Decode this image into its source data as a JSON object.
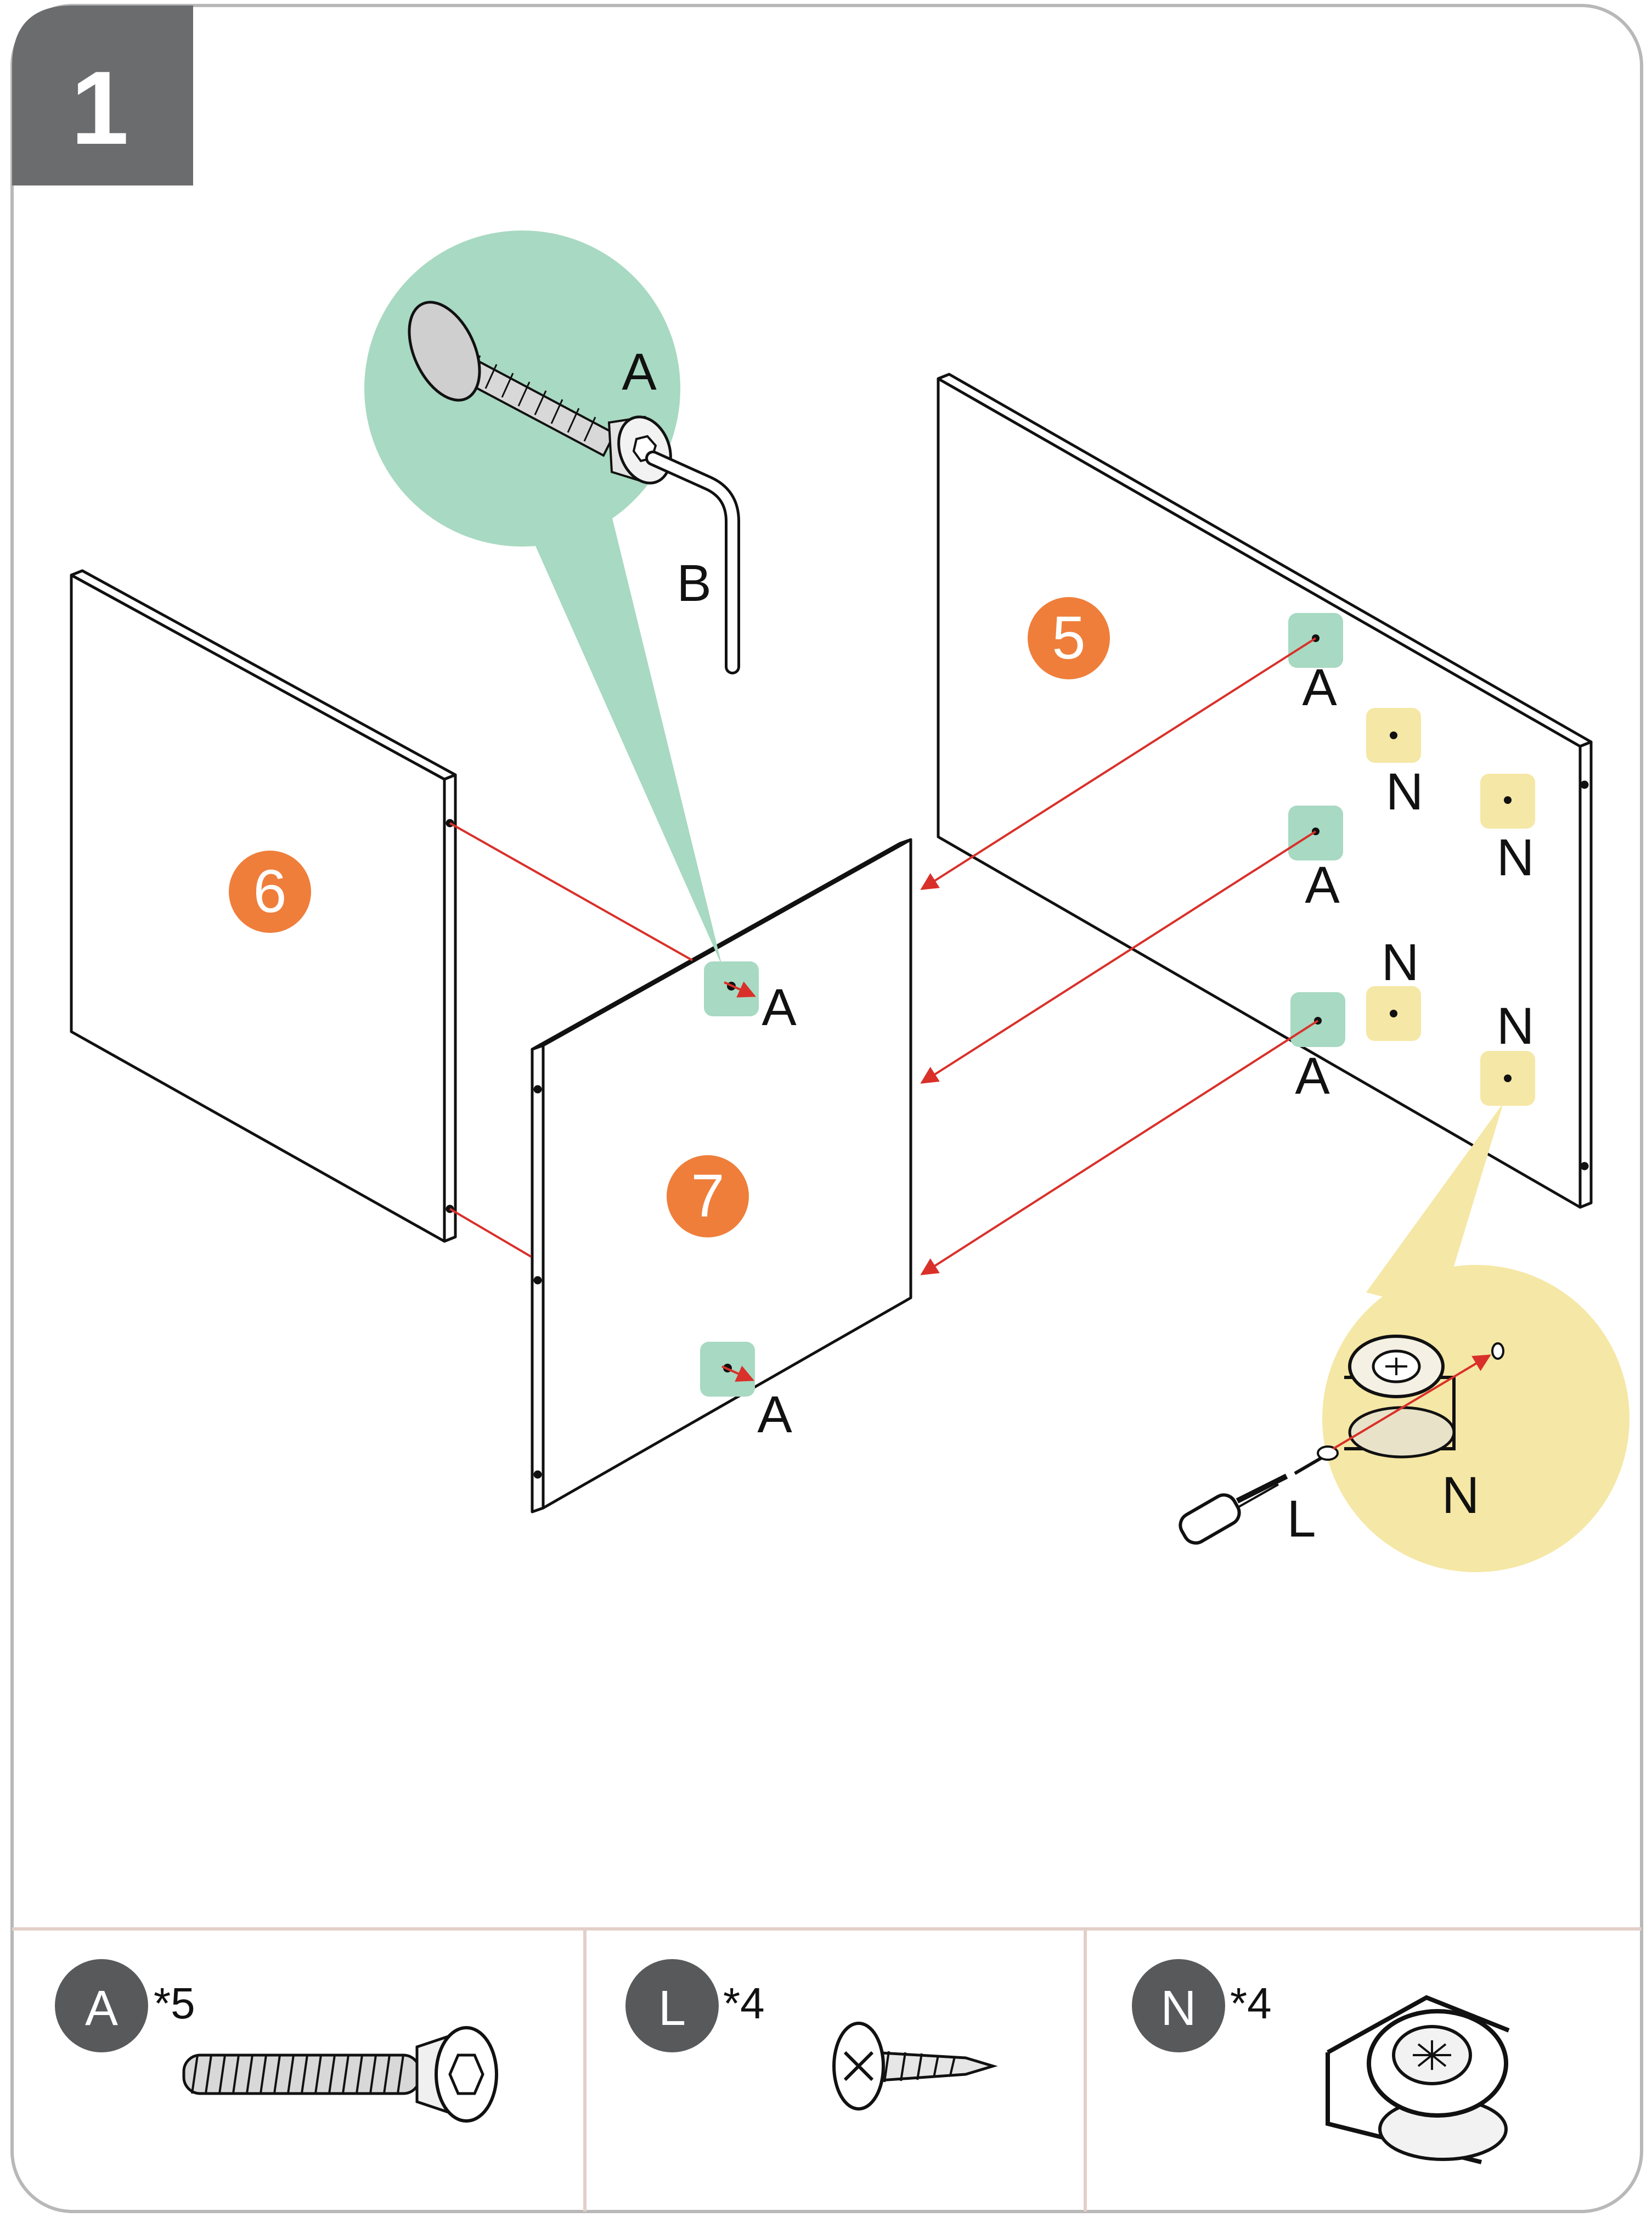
{
  "step": {
    "number": "1"
  },
  "panels": {
    "p5": "5",
    "p6": "6",
    "p7": "7"
  },
  "callouts": {
    "A": "A",
    "B": "B",
    "N": "N",
    "L": "L"
  },
  "parts": [
    {
      "letter": "A",
      "qty": "*5",
      "icon": "cam-bolt-icon"
    },
    {
      "letter": "L",
      "qty": "*4",
      "icon": "wood-screw-icon"
    },
    {
      "letter": "N",
      "qty": "*4",
      "icon": "cam-lock-connector-icon"
    }
  ],
  "colors": {
    "step_badge": "#6b6c6e",
    "panel_badge": "#ef7e3b",
    "highlight_A": "#a8d9c2",
    "highlight_N": "#f5e7a5",
    "arrow": "#d9302a",
    "part_badge": "#58595b",
    "divider": "#e3cfc8",
    "frame": "#b8b8b8"
  }
}
